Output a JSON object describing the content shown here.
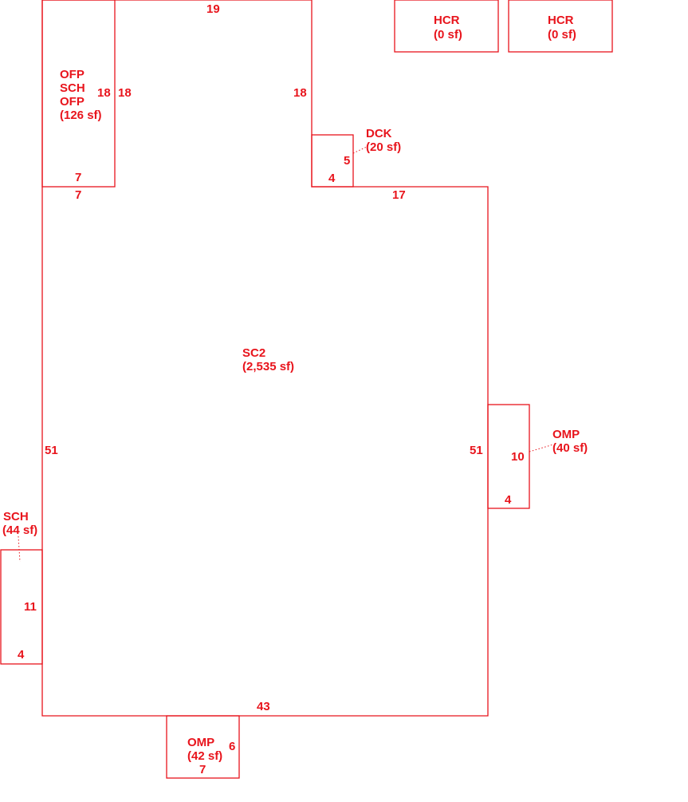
{
  "sketch": {
    "main_area": {
      "code": "SC2",
      "area": "(2,535 sf)"
    },
    "top_left_area": {
      "code_1": "OFP",
      "code_2": "SCH",
      "code_3": "OFP",
      "area": "(126 sf)"
    },
    "deck": {
      "code": "DCK",
      "area": "(20 sf)"
    },
    "porch_right": {
      "code": "OMP",
      "area": "(40 sf)"
    },
    "porch_bottom": {
      "code": "OMP",
      "area": "(42 sf)"
    },
    "shed_left": {
      "code": "SCH",
      "area": "(44 sf)"
    },
    "hcr_1": {
      "code": "HCR",
      "area": "(0 sf)"
    },
    "hcr_2": {
      "code": "HCR",
      "area": "(0 sf)"
    },
    "dimensions": {
      "top_width": "19",
      "top_left_inner_height": "18",
      "top_left_outer_height": "18",
      "right_upper_height": "18",
      "top_left_inner_width": "7",
      "top_left_bottom_width": "7",
      "deck_height": "5",
      "deck_width": "4",
      "upper_right_width": "17",
      "left_height": "51",
      "right_height": "51",
      "porch_right_height": "10",
      "porch_right_width": "4",
      "shed_height": "11",
      "shed_width": "4",
      "bottom_width": "43",
      "porch_bottom_height": "6",
      "porch_bottom_width": "7"
    }
  }
}
